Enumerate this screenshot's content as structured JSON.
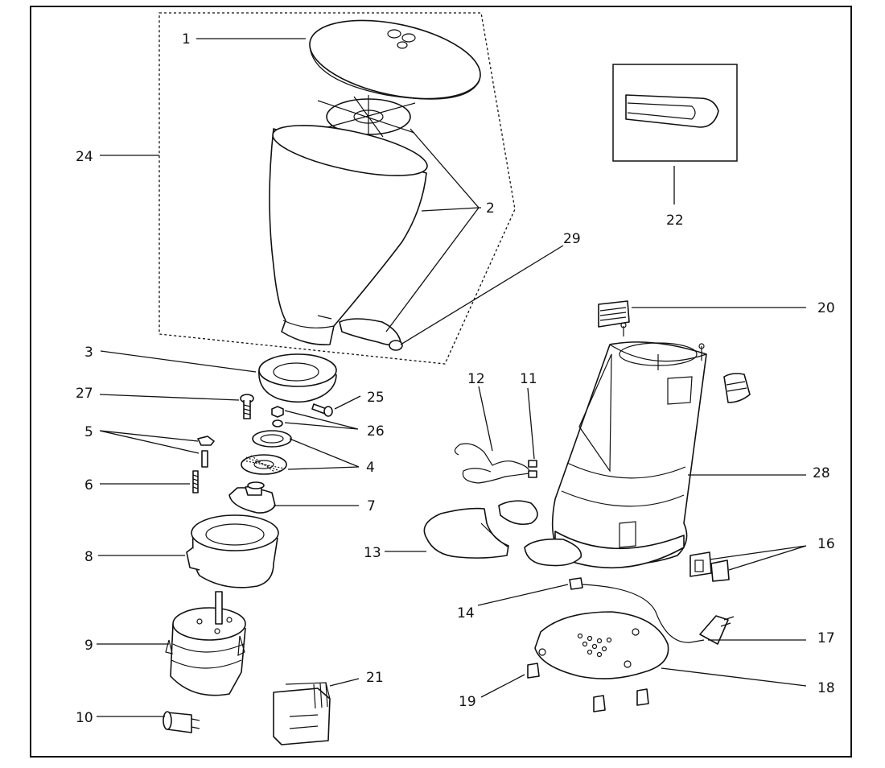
{
  "callouts": {
    "c1": "1",
    "c2": "2",
    "c3": "3",
    "c4": "4",
    "c5": "5",
    "c6": "6",
    "c7": "7",
    "c8": "8",
    "c9": "9",
    "c10": "10",
    "c11": "11",
    "c12": "12",
    "c13": "13",
    "c14": "14",
    "c16": "16",
    "c17": "17",
    "c18": "18",
    "c19": "19",
    "c20": "20",
    "c21": "21",
    "c22": "22",
    "c24": "24",
    "c25": "25",
    "c26": "26",
    "c27": "27",
    "c28": "28",
    "c29": "29"
  },
  "colors": {
    "ink": "#111111",
    "paper": "#ffffff"
  }
}
